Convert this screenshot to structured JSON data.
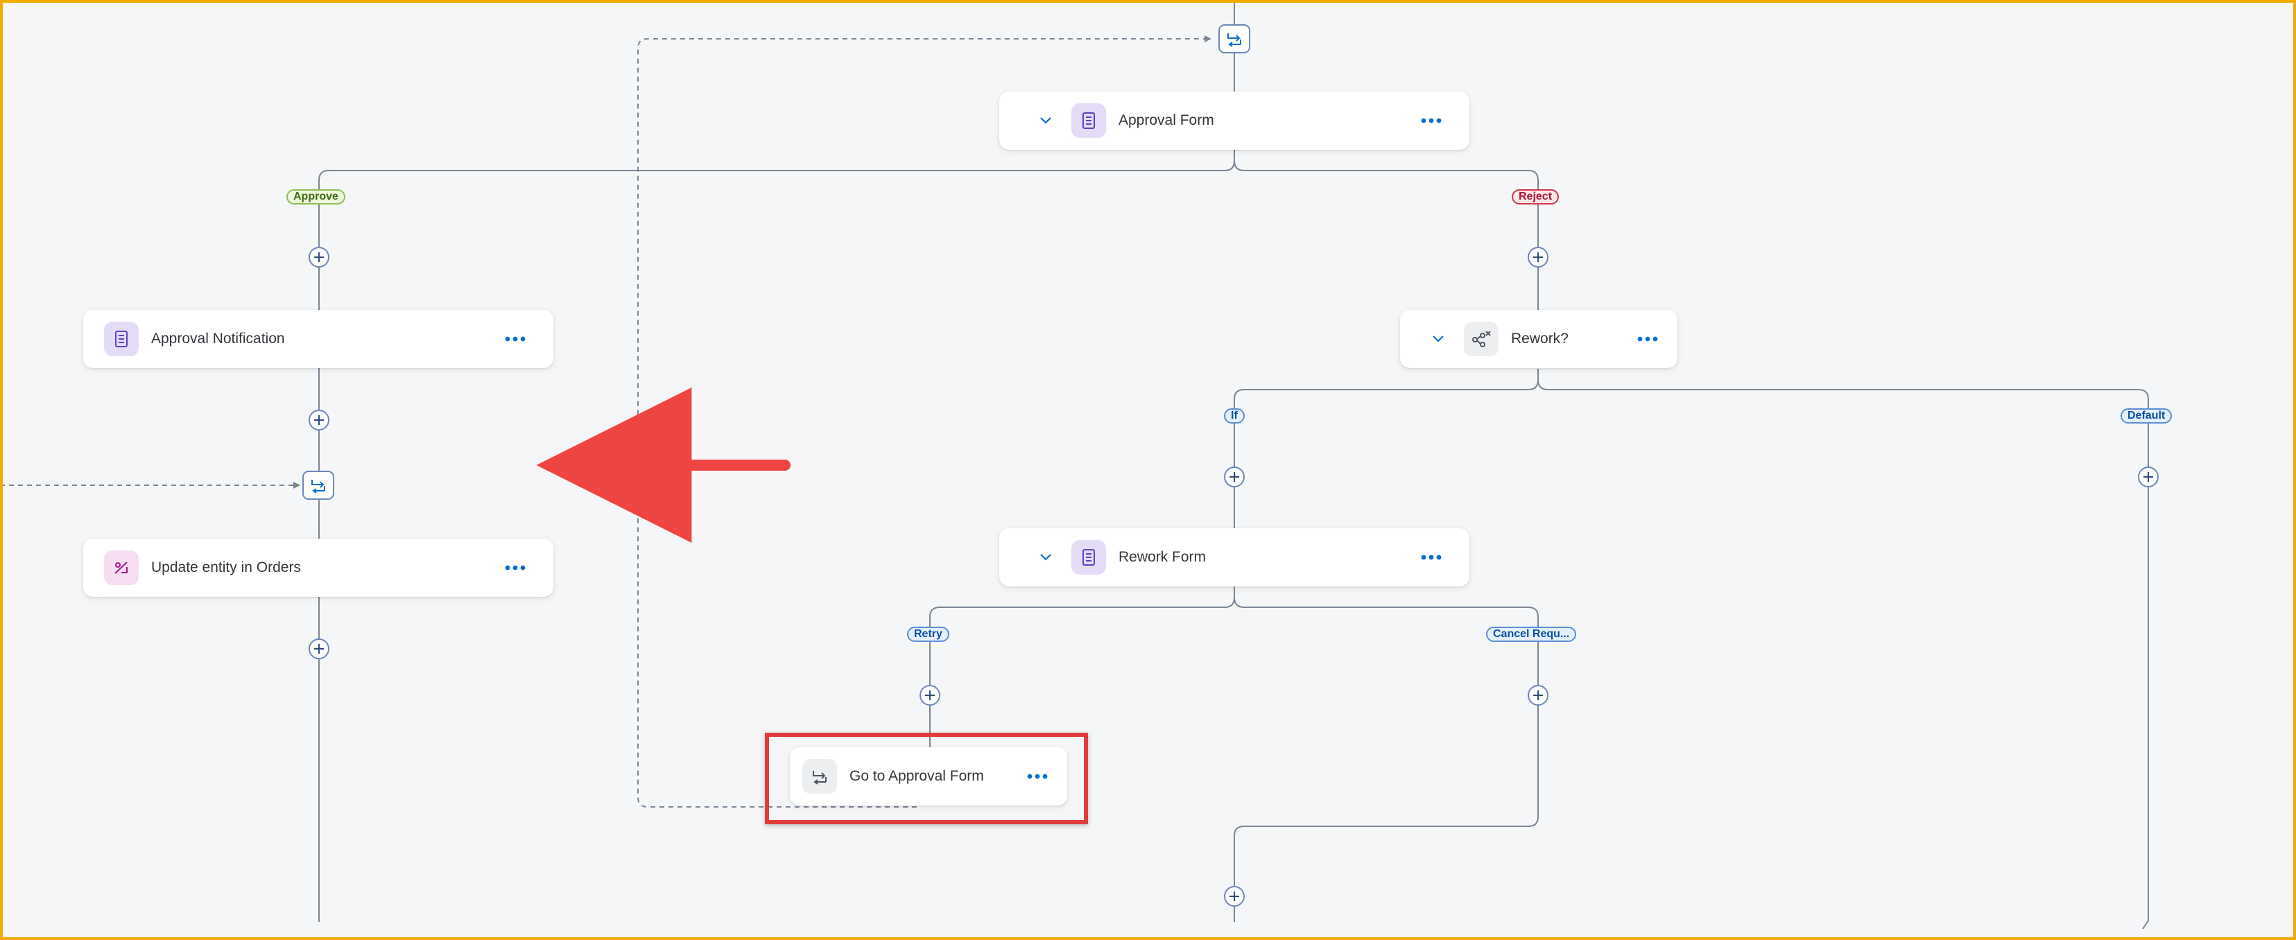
{
  "nodes": {
    "approval_form": {
      "label": "Approval Form",
      "icon": "form-icon"
    },
    "approval_notification": {
      "label": "Approval Notification",
      "icon": "form-icon"
    },
    "update_entity": {
      "label": "Update entity in Orders",
      "icon": "mapping-icon"
    },
    "rework_decision": {
      "label": "Rework?",
      "icon": "condition-icon"
    },
    "rework_form": {
      "label": "Rework Form",
      "icon": "form-icon"
    },
    "goto_approval": {
      "label": "Go to Approval Form",
      "icon": "goto-icon"
    }
  },
  "branches": {
    "approve": "Approve",
    "reject": "Reject",
    "if": "If",
    "default": "Default",
    "retry": "Retry",
    "cancel": "Cancel Requ..."
  },
  "colors": {
    "canvas": "#f5f6f7",
    "frame": "#f0ab00",
    "highlight": "#e03c3c",
    "arrow": "#ef4444",
    "connector": "#7b8594",
    "accent_blue": "#0a6ed1"
  }
}
